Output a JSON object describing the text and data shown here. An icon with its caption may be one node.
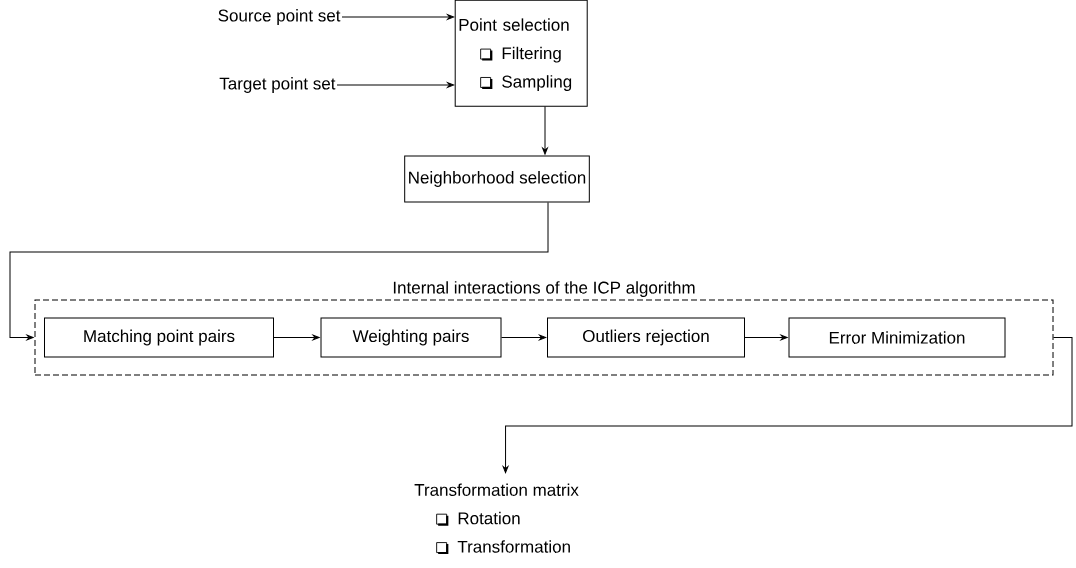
{
  "diagram": {
    "nodes": [
      {
        "text": [
          "Source point set"
        ]
      },
      {
        "text": [
          "Target point set"
        ]
      },
      {
        "text": [
          "Point selection",
          "Filtering",
          "Sampling"
        ]
      },
      {
        "text": [
          "Neighborhood selection"
        ]
      },
      {
        "text": [
          "Internal interactions of the ICP algorithm"
        ]
      },
      {
        "text": [
          "Matching point pairs"
        ],
        "in": 4
      },
      {
        "text": [
          "Weighting pairs"
        ],
        "in": 4
      },
      {
        "text": [
          "Outliers rejection"
        ],
        "in": 4
      },
      {
        "text": [
          "Error Minimization"
        ],
        "in": 4
      },
      {
        "text": [
          "Transformation matrix",
          "Rotation",
          "Transformation"
        ]
      }
    ],
    "edges": [
      {
        "from": 0,
        "to": 2,
        "arrow": "to"
      },
      {
        "from": 1,
        "to": 2,
        "arrow": "to"
      },
      {
        "from": 2,
        "to": 3,
        "arrow": "to"
      },
      {
        "from": 3,
        "to": 4,
        "arrow": "to"
      },
      {
        "from": 5,
        "to": 6,
        "arrow": "to"
      },
      {
        "from": 6,
        "to": 7,
        "arrow": "to"
      },
      {
        "from": 7,
        "to": 8,
        "arrow": "to"
      },
      {
        "from": 4,
        "to": 9,
        "arrow": "to"
      }
    ]
  }
}
